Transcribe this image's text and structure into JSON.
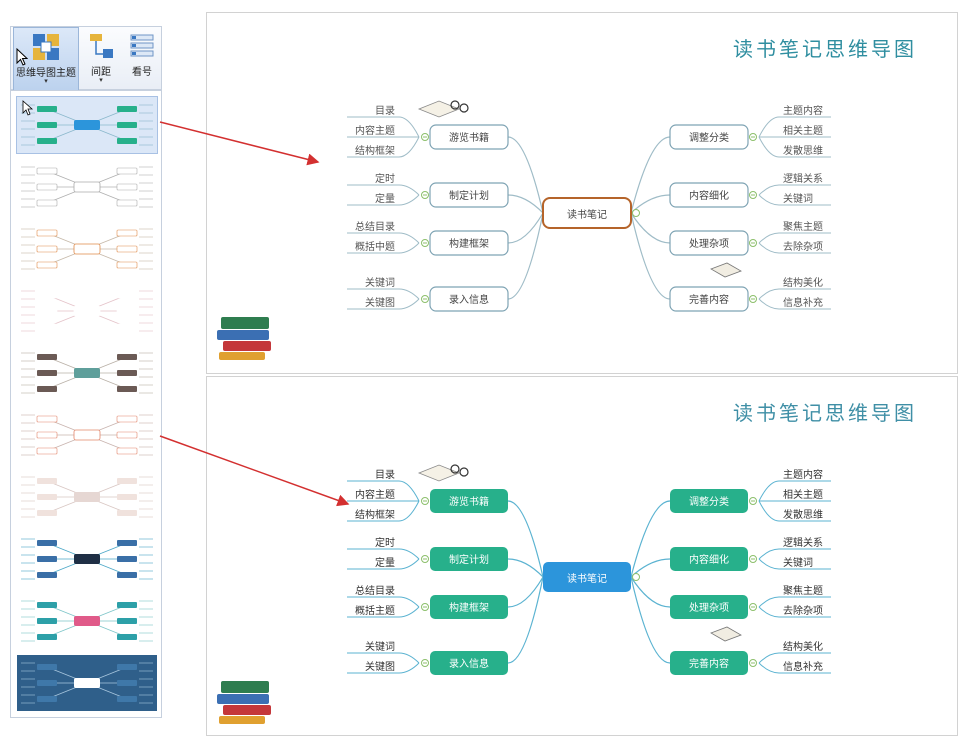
{
  "toolbar": {
    "theme_button": {
      "label": "思维导图主题",
      "icon": "mindmap-theme-icon",
      "dropdown": "▾"
    },
    "spacing_button": {
      "label": "间距",
      "icon": "spacing-icon",
      "dropdown": "▾"
    },
    "number_button": {
      "label": "看号",
      "icon": "numbering-icon"
    }
  },
  "colors": {
    "slide_title": "#2f8ea0",
    "arrow": "#d33030",
    "style1_root_border": "#b5642a",
    "style1_branch_border": "#7ea3b3",
    "style2_root_fill": "#2c95db",
    "style2_branch_fill": "#27b08b",
    "style2_line": "#5bb3d1"
  },
  "slides": [
    {
      "title": "读书笔记思维导图",
      "root": "读书笔记",
      "left_branches": [
        {
          "label": "游览书籍",
          "leaves": [
            "目录",
            "内容主题",
            "结构框架"
          ]
        },
        {
          "label": "制定计划",
          "leaves": [
            "定时",
            "定量"
          ]
        },
        {
          "label": "构建框架",
          "leaves": [
            "总结目录",
            "概括中题"
          ]
        },
        {
          "label": "录入信息",
          "leaves": [
            "关键词",
            "关键图"
          ]
        }
      ],
      "right_branches": [
        {
          "label": "调整分类",
          "leaves": [
            "主题内容",
            "相关主题",
            "发散思维"
          ]
        },
        {
          "label": "内容细化",
          "leaves": [
            "逻辑关系",
            "关键词"
          ]
        },
        {
          "label": "处理杂项",
          "leaves": [
            "聚焦主题",
            "去除杂项"
          ]
        },
        {
          "label": "完善内容",
          "leaves": [
            "结构美化",
            "信息补充"
          ]
        }
      ]
    },
    {
      "title": "读书笔记思维导图",
      "root": "读书笔记",
      "left_branches": [
        {
          "label": "游览书籍",
          "leaves": [
            "目录",
            "内容主题",
            "结构框架"
          ]
        },
        {
          "label": "制定计划",
          "leaves": [
            "定时",
            "定量"
          ]
        },
        {
          "label": "构建框架",
          "leaves": [
            "总结目录",
            "概括主题"
          ]
        },
        {
          "label": "录入信息",
          "leaves": [
            "关键词",
            "关键图"
          ]
        }
      ],
      "right_branches": [
        {
          "label": "调整分类",
          "leaves": [
            "主题内容",
            "相关主题",
            "发散思维"
          ]
        },
        {
          "label": "内容细化",
          "leaves": [
            "逻辑关系",
            "关键词"
          ]
        },
        {
          "label": "处理杂项",
          "leaves": [
            "聚焦主题",
            "去除杂项"
          ]
        },
        {
          "label": "完善内容",
          "leaves": [
            "结构美化",
            "信息补充"
          ]
        }
      ]
    }
  ],
  "theme_thumbnails": [
    {
      "style": "blue-green",
      "selected": true
    },
    {
      "style": "plain-gray"
    },
    {
      "style": "orange-outline"
    },
    {
      "style": "pink-minimal"
    },
    {
      "style": "brown-blocks"
    },
    {
      "style": "coral-outline"
    },
    {
      "style": "pale-rose"
    },
    {
      "style": "navy-cyan"
    },
    {
      "style": "teal-pink"
    },
    {
      "style": "dark-blue"
    }
  ]
}
